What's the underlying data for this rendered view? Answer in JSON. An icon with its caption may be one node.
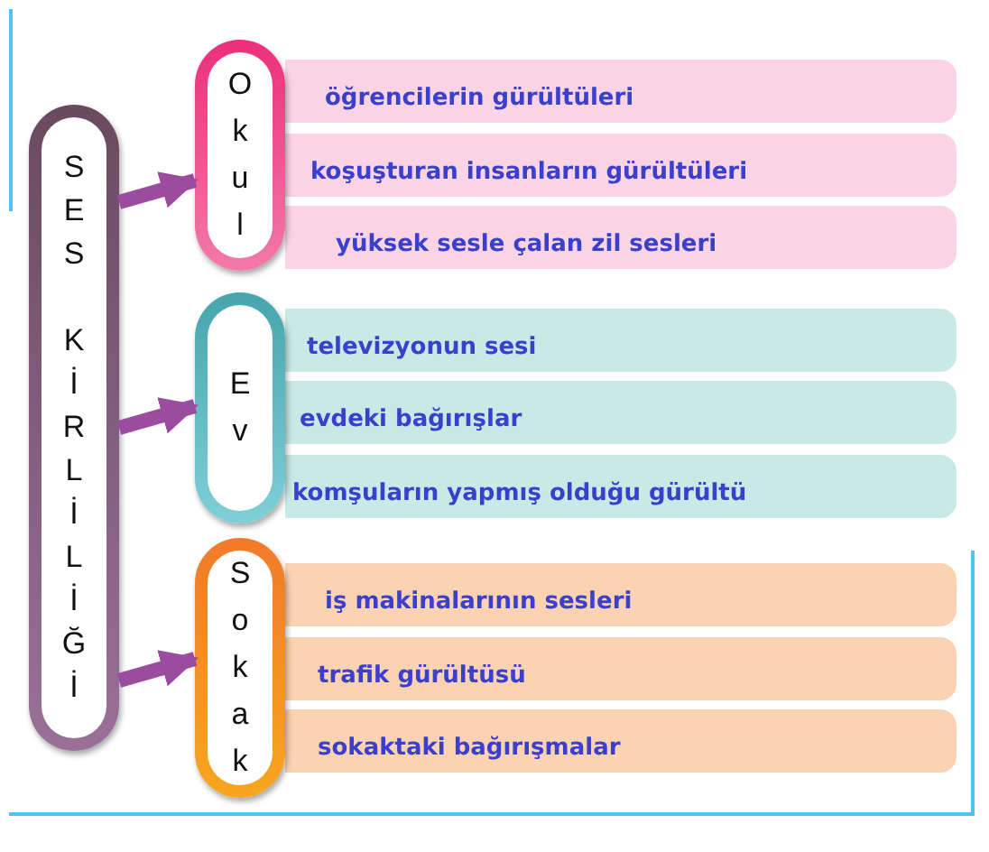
{
  "diagram": {
    "nodes": [
      {
        "text": [
          "SES KİRLİLİĞİ"
        ]
      },
      {
        "text": [
          "Okul"
        ]
      },
      {
        "text": [
          "Ev"
        ]
      },
      {
        "text": [
          "Sokak"
        ]
      },
      {
        "text": [
          "öğrencilerin gürültüleri"
        ]
      },
      {
        "text": [
          "koşuşturan insanların gürültüleri"
        ]
      },
      {
        "text": [
          "yüksek sesle çalan zil sesleri"
        ]
      },
      {
        "text": [
          "televizyonun sesi"
        ]
      },
      {
        "text": [
          "evdeki bağırışlar"
        ]
      },
      {
        "text": [
          "komşuların yapmış olduğu gürültü"
        ]
      },
      {
        "text": [
          "iş makinalarının sesleri"
        ]
      },
      {
        "text": [
          "trafik gürültüsü"
        ]
      },
      {
        "text": [
          "sokaktaki bağırışmalar"
        ]
      }
    ],
    "edges": [
      {
        "from": 0,
        "to": 1,
        "arrow": "to"
      },
      {
        "from": 0,
        "to": 2,
        "arrow": "to"
      },
      {
        "from": 0,
        "to": 3,
        "arrow": "to"
      }
    ]
  }
}
